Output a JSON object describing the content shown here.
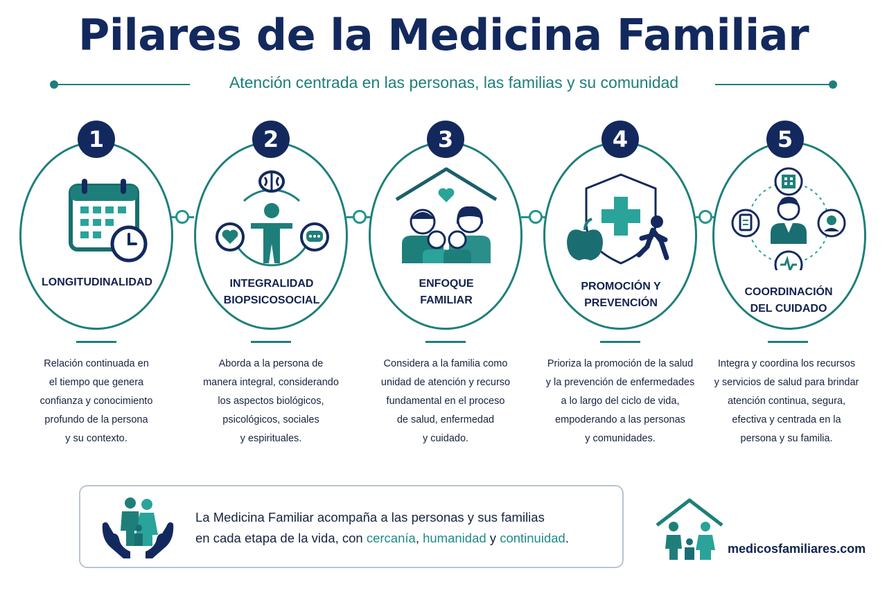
{
  "header": {
    "title": "Pilares de la Medicina Familiar",
    "subtitle": "Atención centrada en las personas, las familias y su comunidad"
  },
  "pillars": [
    {
      "number": "1",
      "title_line1": "LONGITUDINALIDAD",
      "title_line2": "",
      "icon": "calendar-clock-icon",
      "description": [
        "Relación continuada en",
        "el tiempo que genera",
        "confianza y conocimiento",
        "profundo de la persona",
        "y su contexto."
      ]
    },
    {
      "number": "2",
      "title_line1": "INTEGRALIDAD",
      "title_line2": "BIOPSICOSOCIAL",
      "icon": "person-brain-heart-chat-icon",
      "description": [
        "Aborda a la persona de",
        "manera integral, considerando",
        "los aspectos biológicos,",
        "psicológicos, sociales",
        "y espirituales."
      ]
    },
    {
      "number": "3",
      "title_line1": "ENFOQUE",
      "title_line2": "FAMILIAR",
      "icon": "family-house-icon",
      "description": [
        "Considera a la familia como",
        "unidad de atención y recurso",
        "fundamental en el proceso",
        "de salud, enfermedad",
        "y cuidado."
      ]
    },
    {
      "number": "4",
      "title_line1": "PROMOCIÓN Y",
      "title_line2": "PREVENCIÓN",
      "icon": "shield-apple-walker-icon",
      "description": [
        "Prioriza la promoción de la salud",
        "y la prevención de enfermedades",
        "a lo largo del ciclo de vida,",
        "empoderando a las personas",
        "y comunidades."
      ]
    },
    {
      "number": "5",
      "title_line1": "COORDINACIÓN",
      "title_line2": "DEL CUIDADO",
      "icon": "doctor-network-icon",
      "description": [
        "Integra y coordina los recursos",
        "y servicios de salud para brindar",
        "atención continua, segura,",
        "efectiva y centrada en la",
        "persona y su familia."
      ]
    }
  ],
  "footer": {
    "text_line1": "La Medicina Familiar acompaña a las personas y sus familias",
    "text_line2_pre": "en cada etapa de la vida, con ",
    "accent1": "cercanía",
    "sep1": ", ",
    "accent2": "humanidad",
    "sep2": " y ",
    "accent3": "continuidad",
    "end": "."
  },
  "brand": {
    "name": "medicosfamiliares.com",
    "icon": "family-house-logo-icon"
  },
  "colors": {
    "navy": "#13295e",
    "teal": "#1e7f7a",
    "teal_light": "#2aa39a"
  }
}
